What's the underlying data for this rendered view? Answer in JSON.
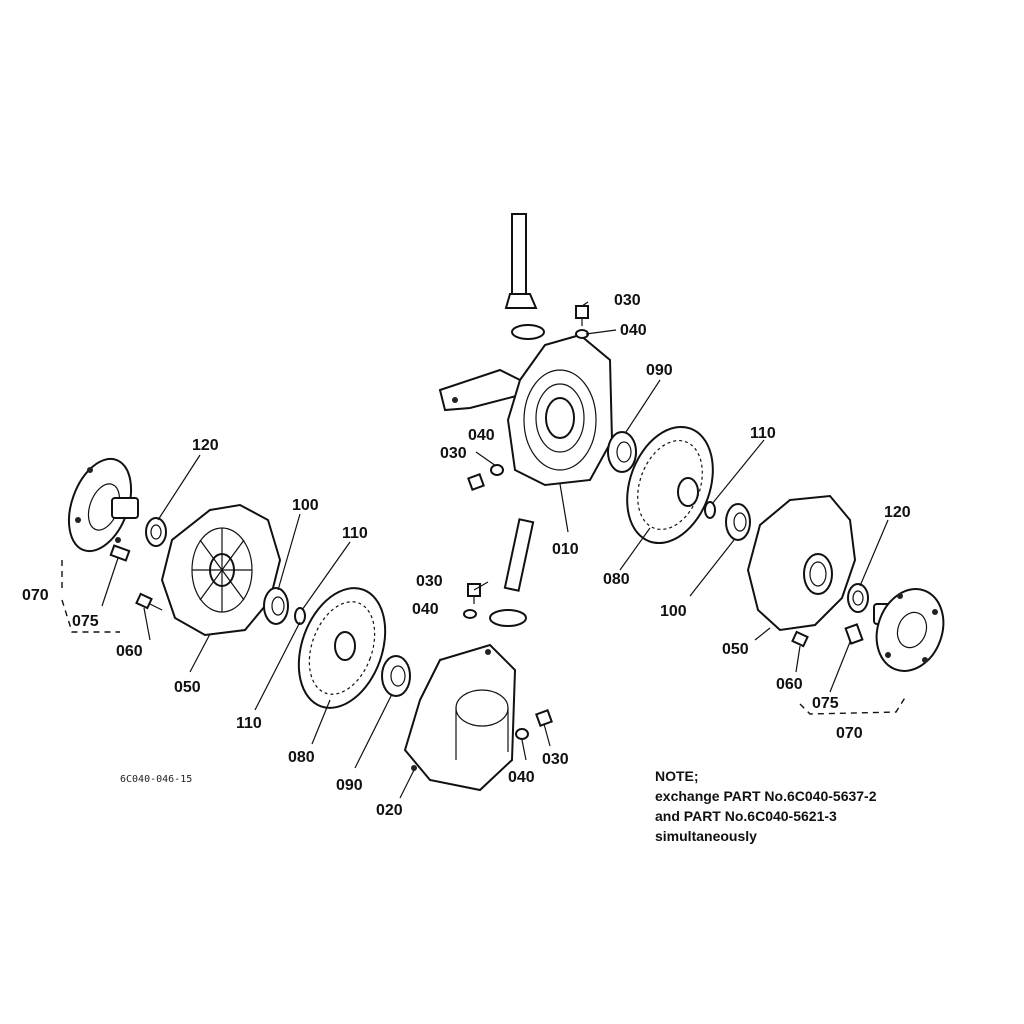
{
  "drawing_code": "6C040-046-15",
  "note": {
    "heading": "NOTE;",
    "lines": [
      "exchange PART No.6C040-5637-2",
      "and PART No.6C040-5621-3",
      "simultaneously"
    ]
  },
  "callouts": {
    "c010": "010",
    "c020": "020",
    "c030a": "030",
    "c030b": "030",
    "c030c": "030",
    "c030d": "030",
    "c040a": "040",
    "c040b": "040",
    "c040c": "040",
    "c040d": "040",
    "c050a": "050",
    "c050b": "050",
    "c060a": "060",
    "c060b": "060",
    "c070a": "070",
    "c070b": "070",
    "c075a": "075",
    "c075b": "075",
    "c080a": "080",
    "c080b": "080",
    "c090a": "090",
    "c090b": "090",
    "c100a": "100",
    "c100b": "100",
    "c110a": "110",
    "c110b": "110",
    "c110c": "110",
    "c120a": "120",
    "c120b": "120"
  }
}
